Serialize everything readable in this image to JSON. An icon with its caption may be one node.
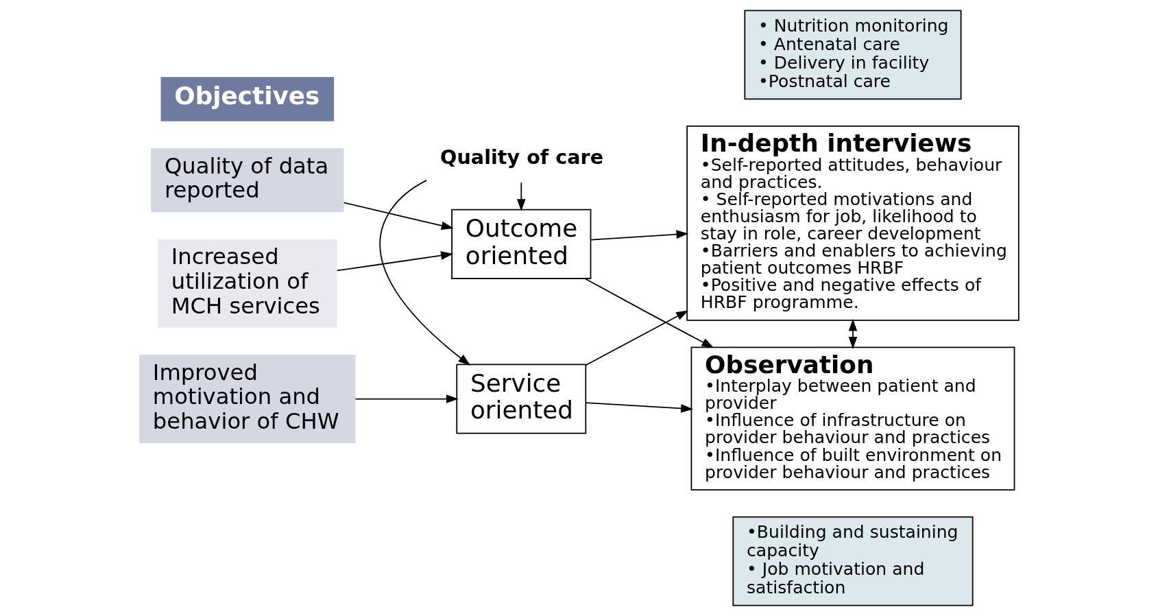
{
  "diagram": {
    "nodes": [
      {
        "text": [
          "Objectives"
        ]
      },
      {
        "text": [
          "Quality of data reported"
        ]
      },
      {
        "text": [
          "Increased utilization of MCH services"
        ]
      },
      {
        "text": [
          "Improved motivation and behavior of CHW"
        ]
      },
      {
        "text": [
          "Outcome oriented"
        ]
      },
      {
        "text": [
          "Service oriented"
        ]
      },
      {
        "text": [
          "Quality of care"
        ]
      },
      {
        "text": [
          "• Nutrition monitoring",
          "• Antenatal care",
          "• Delivery in facility",
          "•Postnatal care"
        ]
      },
      {
        "text": [
          "•Building and sustaining capacity",
          "• Job motivation and satisfaction"
        ]
      },
      {
        "text": [
          "In-depth interviews",
          "•Self-reported attitudes, behaviour and practices.",
          "• Self-reported motivations and enthusiasm for job, likelihood to stay in role, career development",
          "•Barriers and enablers to achieving patient outcomes HRBF",
          "•Positive and negative effects of HRBF programme."
        ]
      },
      {
        "text": [
          "Observation",
          "•Interplay between patient and provider",
          "•Influence of infrastructure on provider behaviour and practices",
          "•Influence of built environment on provider behaviour and practices"
        ]
      }
    ],
    "edges": [
      {
        "from": 1,
        "to": 4,
        "arrow": "to"
      },
      {
        "from": 2,
        "to": 4,
        "arrow": "to"
      },
      {
        "from": 3,
        "to": 5,
        "arrow": "to"
      },
      {
        "from": 6,
        "to": 4,
        "arrow": "to"
      },
      {
        "from": 6,
        "to": 5,
        "arrow": "to"
      },
      {
        "from": 4,
        "to": 9,
        "arrow": "to"
      },
      {
        "from": 4,
        "to": 10,
        "arrow": "to"
      },
      {
        "from": 9,
        "to": 10,
        "arrow": "both"
      },
      {
        "from": 5,
        "to": 9,
        "arrow": "to"
      },
      {
        "from": 5,
        "to": 10,
        "arrow": "to"
      }
    ]
  }
}
